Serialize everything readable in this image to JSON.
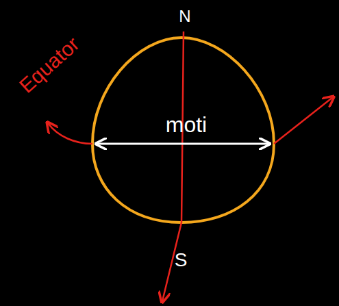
{
  "diagram": {
    "labels": [
      "Equator",
      "N",
      "moti",
      "S"
    ]
  }
}
